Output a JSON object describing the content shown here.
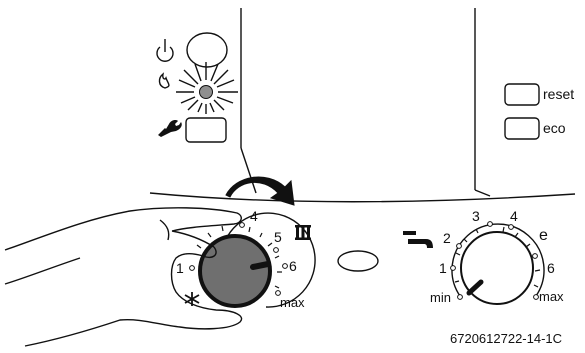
{
  "figure_id": "6720612722-14-1C",
  "buttons": {
    "reset": "reset",
    "eco": "eco"
  },
  "heating_dial": {
    "labels": [
      "1",
      "4",
      "5",
      "6",
      "max"
    ],
    "level_label": "1",
    "selected_position": "6"
  },
  "hot_water_dial": {
    "labels": [
      "min",
      "1",
      "2",
      "3",
      "4",
      "e",
      "6",
      "max"
    ],
    "selected_position": "min"
  },
  "icons": [
    "power-icon",
    "flame-icon",
    "wrench-icon",
    "radiator-icon",
    "snowflake-icon",
    "tap-icon",
    "rotation-arrow-icon",
    "hand-icon",
    "indicator-lamp-icon"
  ],
  "colors": {
    "knob_fill": "#6f6f6f",
    "knob_rim": "#111111",
    "line": "#111111",
    "background": "#ffffff"
  }
}
